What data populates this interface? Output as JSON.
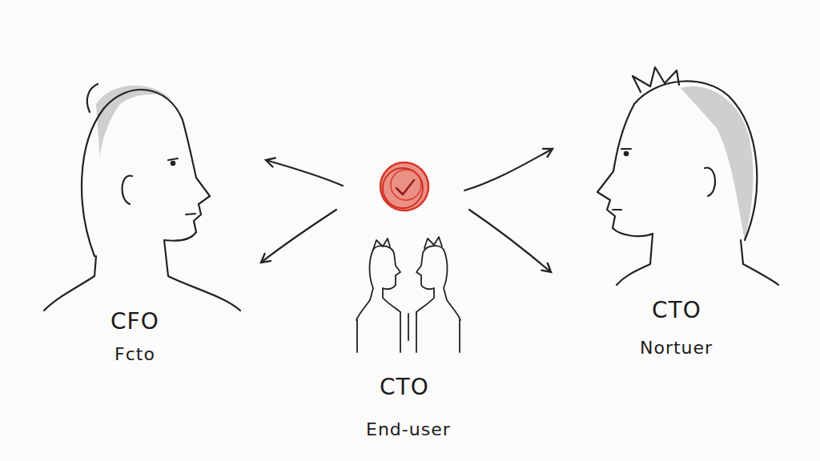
{
  "diagram": {
    "labels": [
      "CFO",
      "Fcto",
      "CTO",
      "End-user",
      "CTO",
      "Nortuer"
    ]
  }
}
